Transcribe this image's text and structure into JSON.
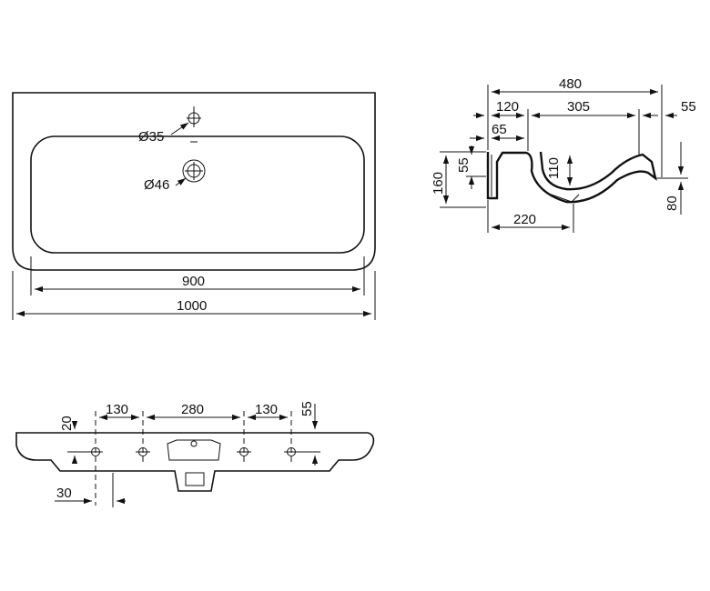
{
  "top_view": {
    "hole_small": "Ø35",
    "hole_large": "Ø46",
    "inner_width": "900",
    "outer_width": "1000"
  },
  "side_section": {
    "total_depth": "480",
    "left_offset": "120",
    "bowl_span": "305",
    "right_rim": "55",
    "back_wall": "65",
    "left_height_small": "55",
    "total_height": "160",
    "bowl_depth": "110",
    "base_depth": "220",
    "front_height": "80"
  },
  "front_view": {
    "left_drop": "20",
    "spacing_left": "130",
    "spacing_mid": "280",
    "spacing_right": "130",
    "right_height": "55",
    "bottom_offset": "30"
  }
}
